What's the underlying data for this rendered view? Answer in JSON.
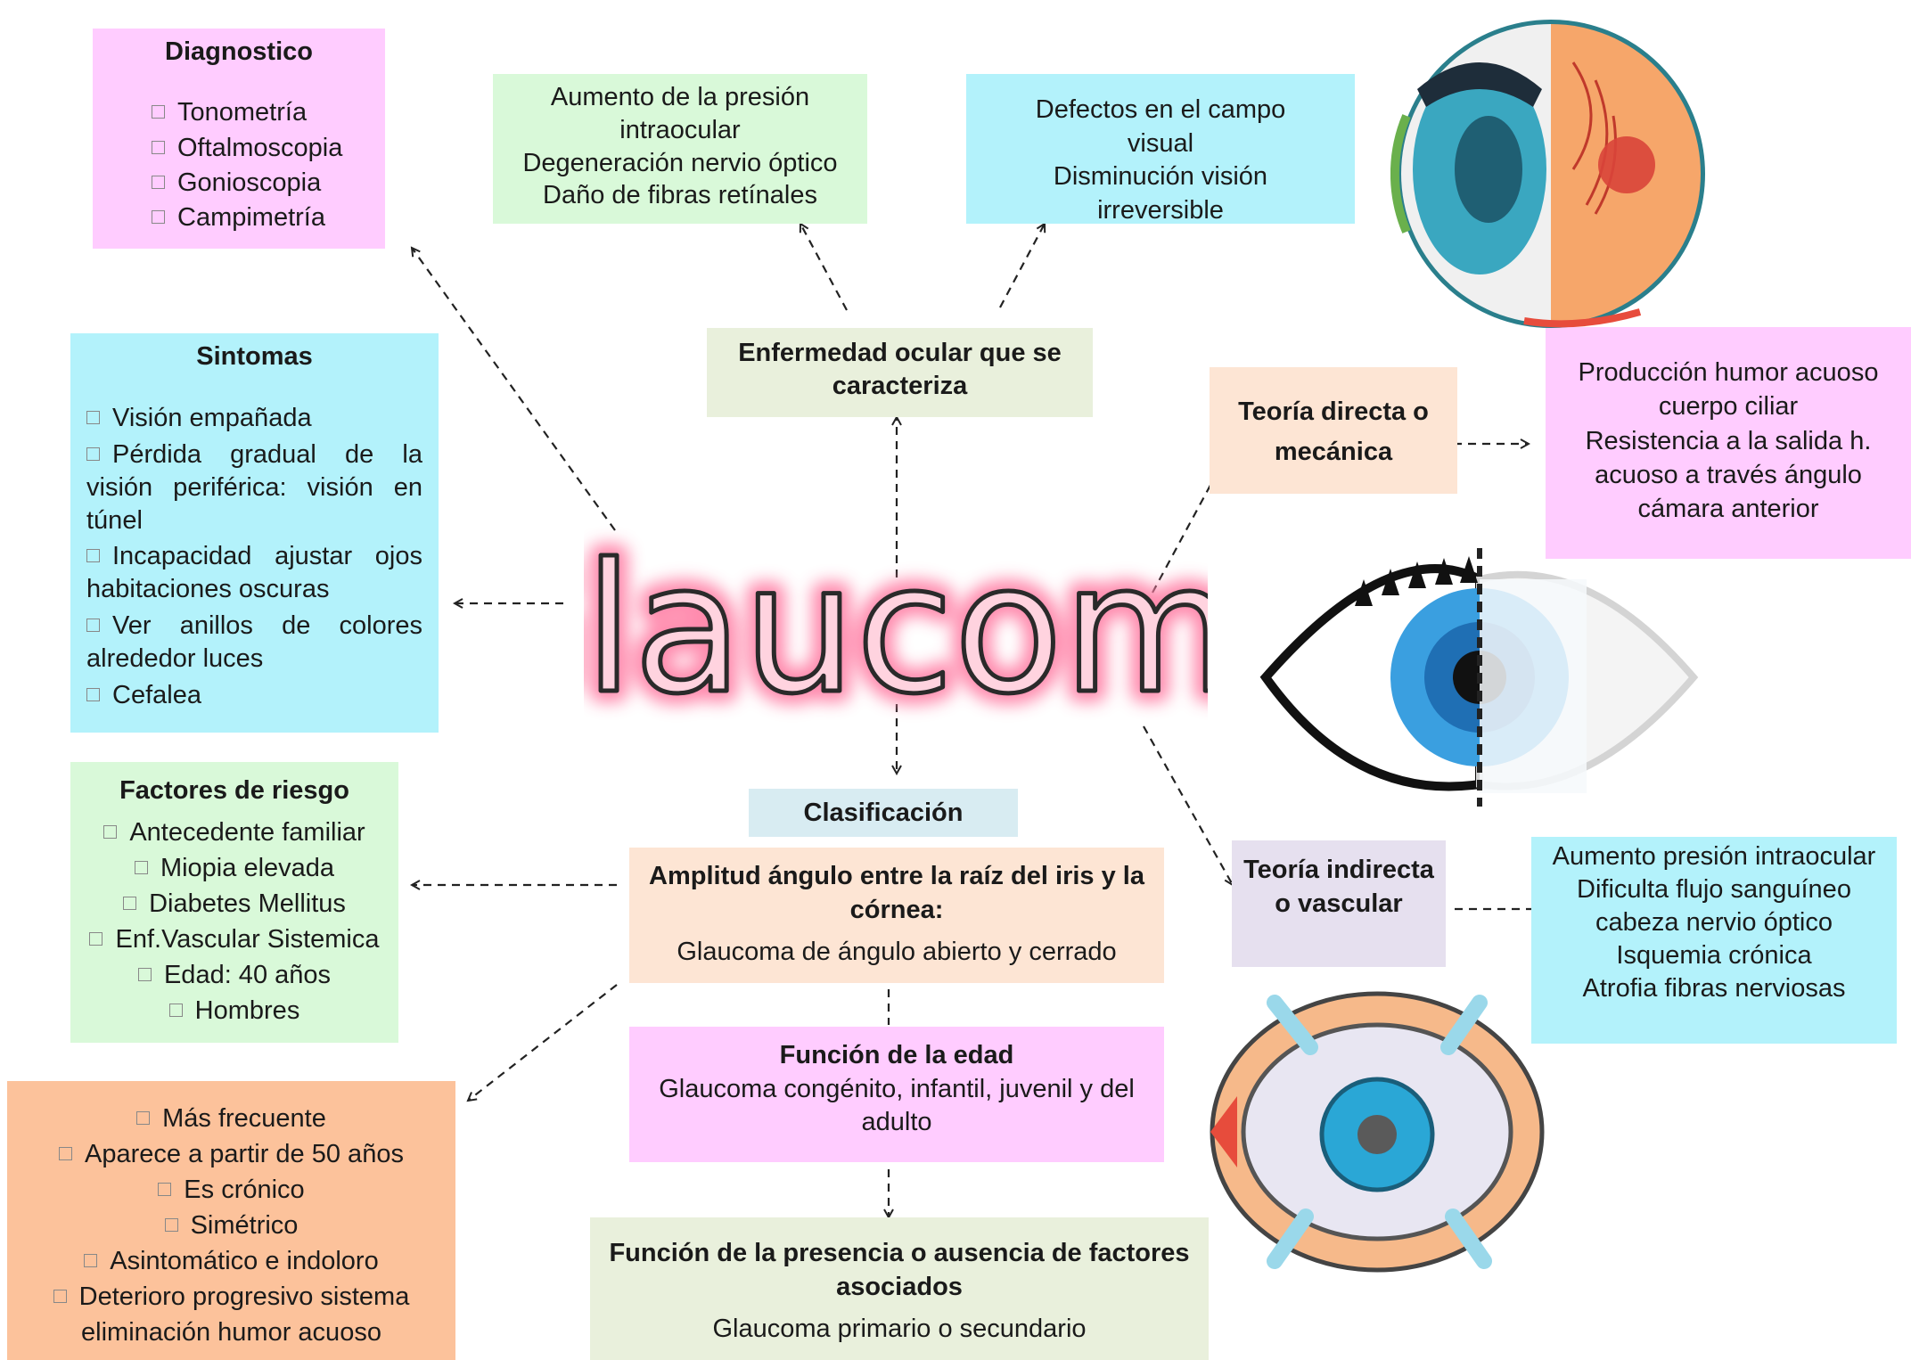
{
  "title": "Glaucoma",
  "diagnostico": {
    "heading": "Diagnostico",
    "items": [
      "Tonometría",
      "Oftalmoscopia",
      "Gonioscopia",
      "Campimetría"
    ]
  },
  "sintomas": {
    "heading": "Sintomas",
    "items": [
      "Visión empañada",
      "Pérdida gradual de la visión periférica: visión en túnel",
      "Incapacidad ajustar ojos habitaciones oscuras",
      "Ver anillos de colores alrededor luces",
      "Cefalea"
    ]
  },
  "factores": {
    "heading": "Factores de riesgo",
    "items": [
      "Antecedente familiar",
      "Miopia elevada",
      "Diabetes Mellitus",
      "Enf.Vascular Sistemica",
      "Edad: 40 años",
      "Hombres"
    ]
  },
  "caracteristicas": {
    "items": [
      "Más frecuente",
      "Aparece a partir de 50 años",
      "Es crónico",
      "Simétrico",
      "Asintomático e indoloro",
      "Deterioro progresivo sistema eliminación humor acuoso"
    ]
  },
  "presion": {
    "lines": [
      "Aumento de la presión intraocular",
      "Degeneración nervio óptico",
      "Daño de fibras retínales"
    ]
  },
  "defectos": {
    "lines": [
      "Defectos en el campo visual",
      "Disminución visión irreversible"
    ]
  },
  "enfermedad": {
    "heading": "Enfermedad ocular que se caracteriza"
  },
  "teoria_directa": {
    "heading": "Teoría directa o mecánica",
    "detail": [
      "Producción humor acuoso cuerpo ciliar",
      "Resistencia a la salida h. acuoso a través ángulo cámara anterior"
    ]
  },
  "teoria_indirecta": {
    "heading": "Teoría indirecta o vascular",
    "detail": [
      "Aumento presión intraocular",
      "Dificulta flujo sanguíneo cabeza nervio óptico",
      "Isquemia crónica",
      "Atrofia fibras nerviosas"
    ]
  },
  "clasificacion": {
    "heading": "Clasificación",
    "amplitud": {
      "heading": "Amplitud ángulo entre la raíz del iris y la córnea:",
      "text": "Glaucoma de ángulo abierto y cerrado"
    },
    "edad": {
      "heading": "Función de la edad",
      "text": "Glaucoma congénito, infantil, juvenil y del adulto"
    },
    "factores_asociados": {
      "heading": "Función de la presencia o ausencia de factores asociados",
      "text": "Glaucoma primario o secundario"
    }
  },
  "colors": {
    "pink": "#ffccff",
    "green": "#d9f9d9",
    "cyan": "#b3f2fb",
    "peach": "#fde5d4",
    "olive": "#e9f0dc",
    "light_blue": "#d8ecf2",
    "lavender": "#e6e0ef",
    "orange": "#fcc29b",
    "title_outline": "#2a2a2a",
    "title_glow": "#ff7fa5"
  }
}
